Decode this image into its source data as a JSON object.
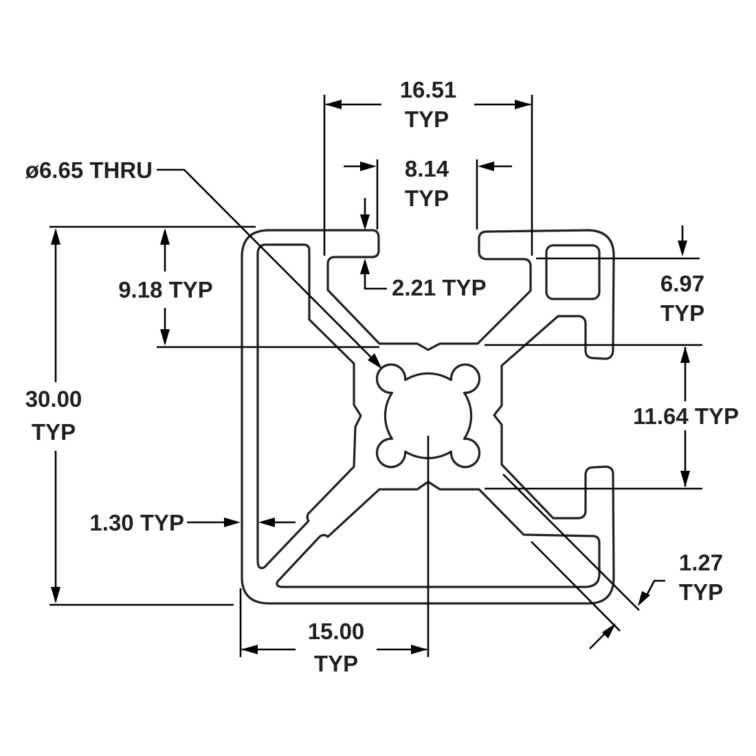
{
  "diagram": {
    "title": "30 x 30 aluminum extrusion profile dimensions",
    "units": "mm",
    "colors": {
      "line": "#231f20",
      "background": "#ffffff"
    },
    "dimensions": {
      "slot_opening_outer": {
        "value": "16.51",
        "suffix": "TYP"
      },
      "slot_opening_inner": {
        "value": "8.14",
        "suffix": "TYP"
      },
      "center_bore": {
        "label": "ø6.65 THRU"
      },
      "lip_thickness": {
        "label": "2.21 TYP"
      },
      "slot_depth": {
        "label": "9.18 TYP"
      },
      "overall_size": {
        "value": "30.00",
        "suffix": "TYP"
      },
      "wall_thickness": {
        "label": "1.30 TYP"
      },
      "center_distance": {
        "value": "15.00",
        "suffix": "TYP"
      },
      "lip_depth": {
        "value": "6.97",
        "suffix": "TYP"
      },
      "slot_width": {
        "label": "11.64 TYP"
      },
      "web_thickness": {
        "value": "1.27",
        "suffix": "TYP"
      }
    }
  }
}
